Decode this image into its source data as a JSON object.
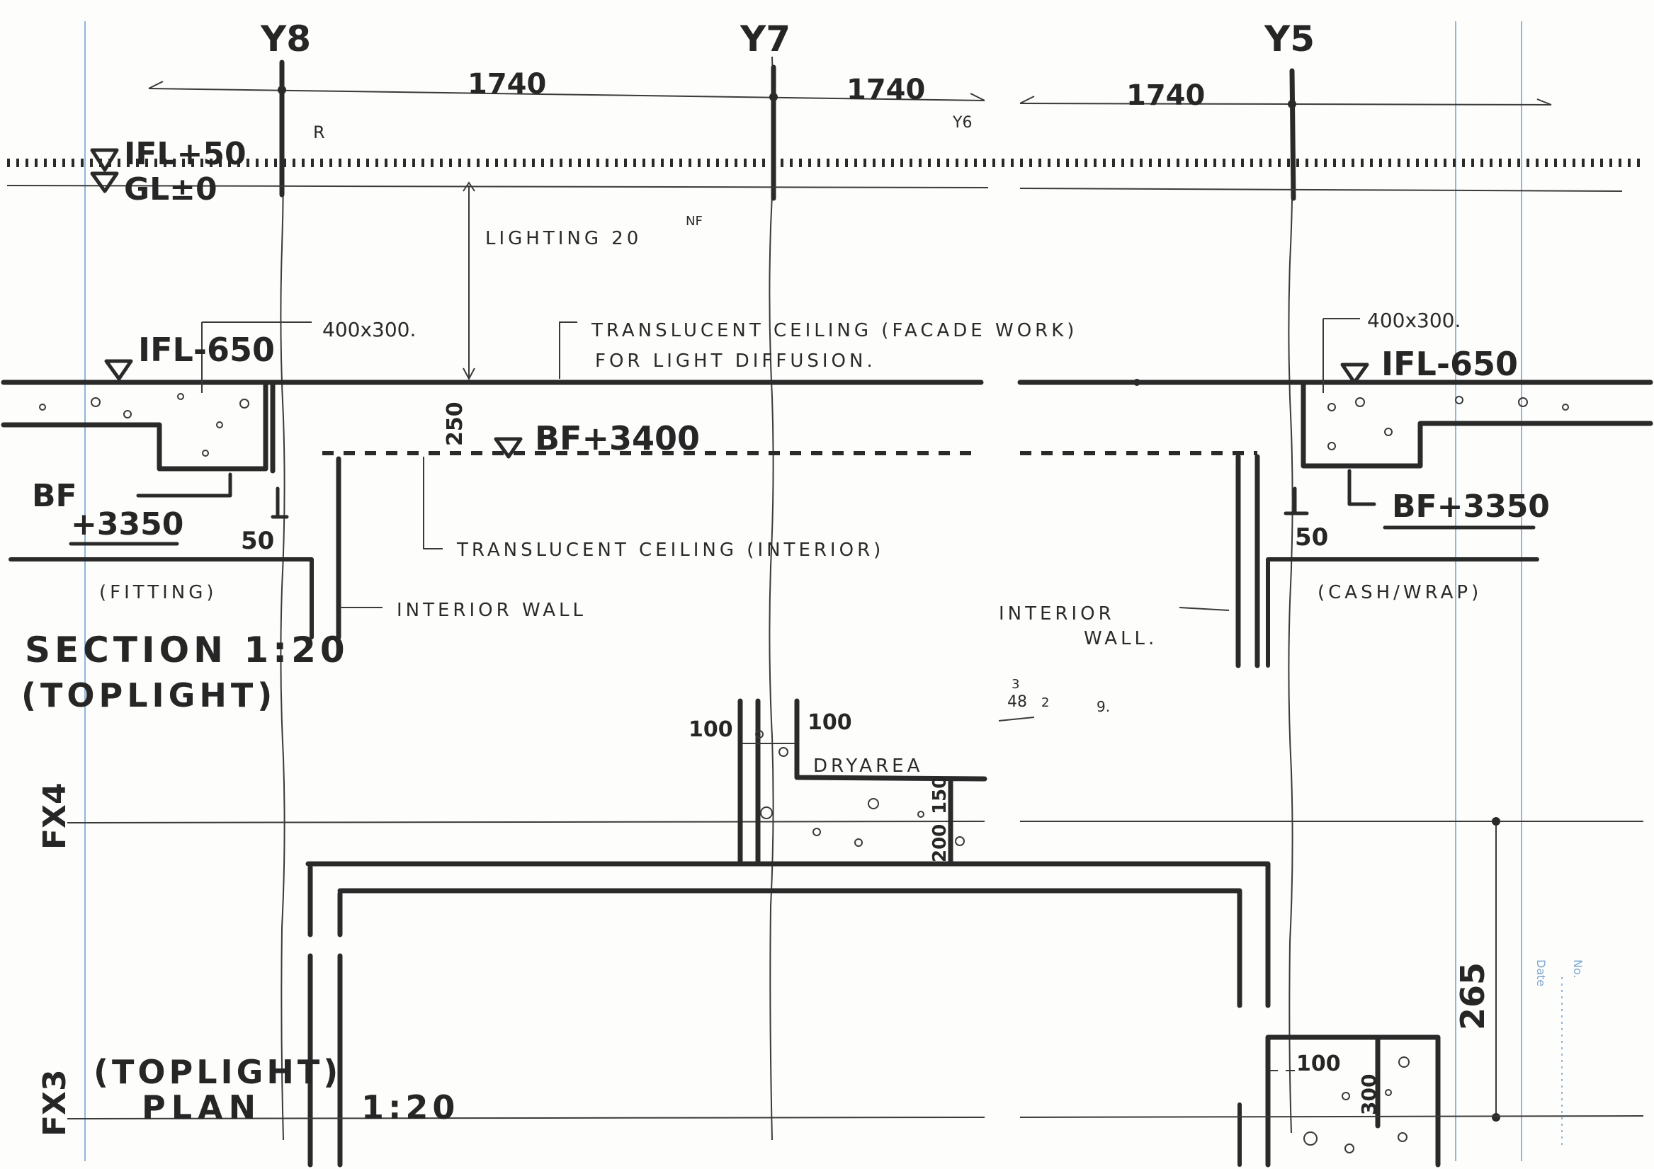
{
  "grid": {
    "y8": "Y8",
    "y7": "Y7",
    "y5": "Y5",
    "y6": "Y6",
    "r": "R"
  },
  "dims": {
    "d1": "1740",
    "d2": "1740",
    "d3": "1740",
    "size_left": "400x300.",
    "size_right": "400x300.",
    "fifty_left": "50",
    "fifty_right": "50",
    "gap_250": "250",
    "d100a": "100",
    "d100b": "100",
    "d150": "150",
    "d200": "200",
    "d100c": "100",
    "d300": "300",
    "d265": "265"
  },
  "levels": {
    "ifl_50": "IFL+50",
    "gl_10": "GL±0",
    "ifl_650_left": "IFL-650",
    "ifl_650_right": "IFL-650",
    "bf_3400": "BF+3400",
    "bf_3350_left_a": "BF",
    "bf_3350_left_b": "+3350",
    "bf_3350_right": "BF+3350"
  },
  "notes": {
    "lighting": "LIGHTING 20",
    "lighting_sup": "NF",
    "translucent_facade_1": "TRANSLUCENT CEILING (FACADE WORK)",
    "translucent_facade_2": "FOR LIGHT DIFFUSION.",
    "translucent_interior": "TRANSLUCENT CEILING (INTERIOR)",
    "fitting": "(FITTING)",
    "interior_wall_left": "INTERIOR WALL",
    "interior_wall_right_1": "INTERIOR",
    "interior_wall_right_2": "WALL.",
    "cash_wrap": "(CASH/WRAP)",
    "dry_area": "DRYAREA",
    "scribble_1": "3",
    "scribble_2": "48",
    "scribble_3": "2",
    "scribble_4": "9."
  },
  "titles": {
    "section_1": "SECTION 1:20",
    "section_2": "(TOPLIGHT)",
    "plan_1": "(TOPLIGHT)",
    "plan_2": "PLAN",
    "plan_scale": "1:20",
    "axis_x4": "FX4",
    "axis_x3": "FX3"
  },
  "form": {
    "date_label": "Date",
    "no_label": "No."
  },
  "colors": {
    "ink": "#2a2a2a",
    "paper": "#fdfdfb",
    "form_blue": "#8fb6dd"
  }
}
